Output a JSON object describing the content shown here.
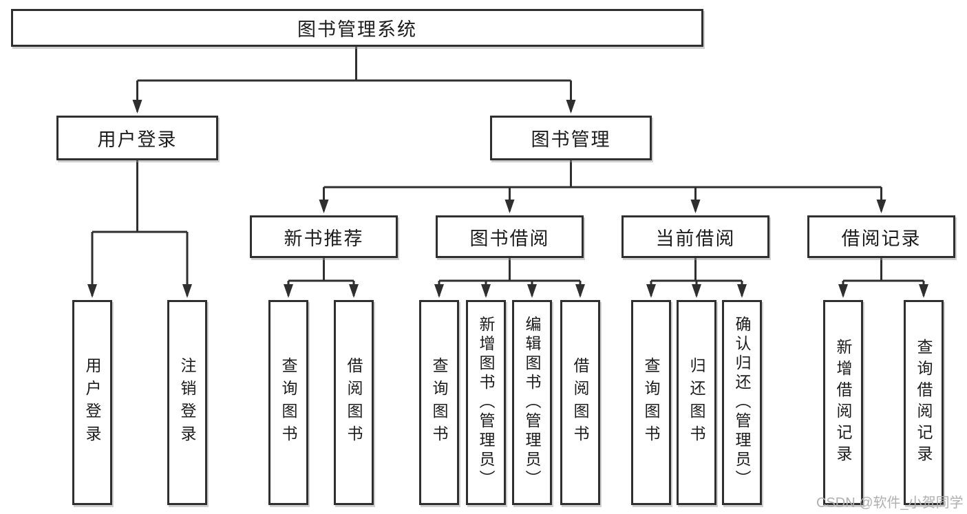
{
  "colors": {
    "background": "#ffffff",
    "line": "#2f2f2f",
    "text": "#1c1c1c",
    "watermark": "#b0b0b0"
  },
  "nodes": {
    "root": "图书管理系统",
    "level2": {
      "user_login": "用户登录",
      "book_mgmt": "图书管理"
    },
    "level3": {
      "new_books": "新书推荐",
      "book_borrow": "图书借阅",
      "current_borrow": "当前借阅",
      "borrow_records": "借阅记录"
    },
    "leaves": {
      "user_login": [
        "用户登录",
        "注销登录"
      ],
      "new_books": [
        "查询图书",
        "借阅图书"
      ],
      "book_borrow": [
        "查询图书",
        "新增图书（管理员）",
        "编辑图书（管理员）",
        "借阅图书"
      ],
      "current_borrow": [
        "查询图书",
        "归还图书",
        "确认归还（管理员）"
      ],
      "borrow_records": [
        "新增借阅记录",
        "查询借阅记录"
      ]
    }
  },
  "watermark": "CSDN @软件_小贺同学"
}
